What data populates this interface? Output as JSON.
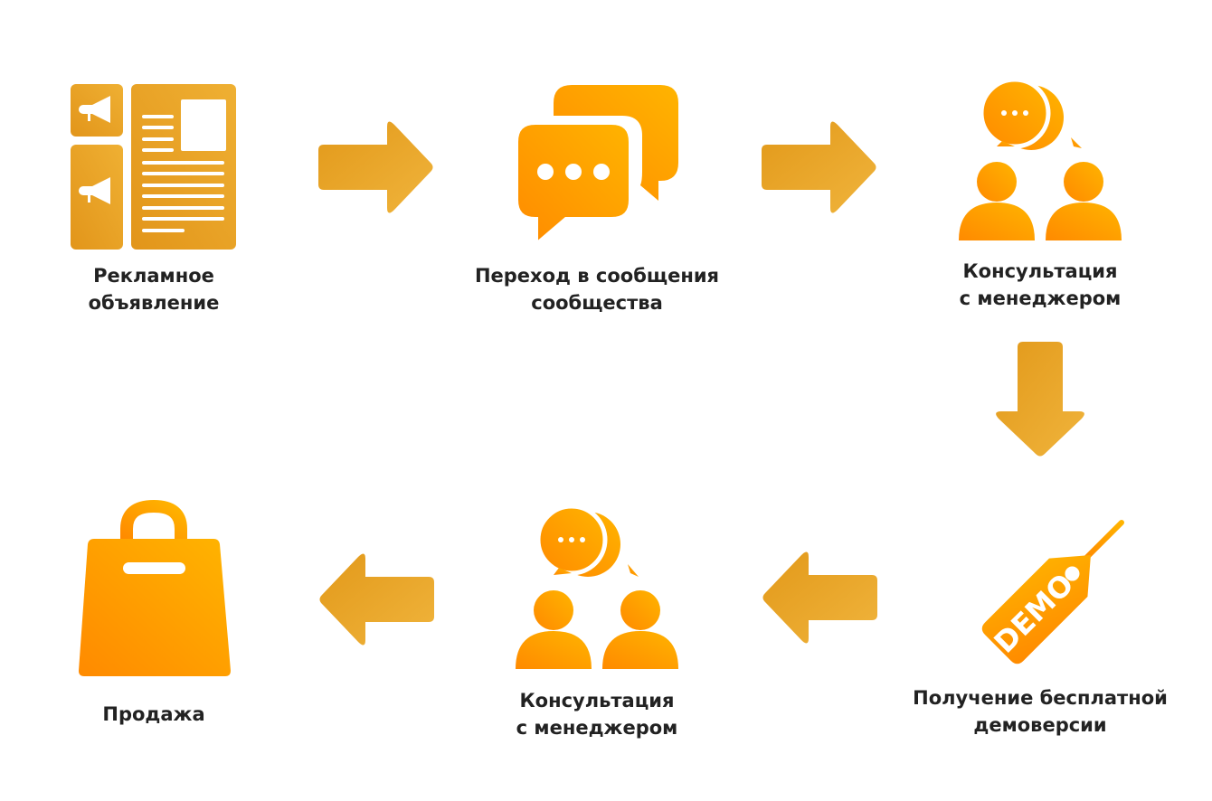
{
  "colors": {
    "arrow_start": "#e2991a",
    "arrow_end": "#f0b43c",
    "icon_start": "#ff8a00",
    "icon_end": "#ffb400",
    "text": "#222222"
  },
  "steps": [
    {
      "icon": "ad-newspaper-icon",
      "lines": [
        "Рекламное",
        "объявление"
      ]
    },
    {
      "icon": "chat-bubbles-icon",
      "lines": [
        "Переход в сообщения",
        "сообщества"
      ]
    },
    {
      "icon": "consultation-icon",
      "lines": [
        "Консультация",
        "с менеджером"
      ]
    },
    {
      "icon": "demo-tag-icon",
      "lines": [
        "Получение бесплатной",
        "демоверсии"
      ],
      "tag_text": "DEMO"
    },
    {
      "icon": "consultation-icon",
      "lines": [
        "Консультация",
        "с менеджером"
      ]
    },
    {
      "icon": "shopping-bag-icon",
      "lines": [
        "Продажа"
      ]
    }
  ]
}
